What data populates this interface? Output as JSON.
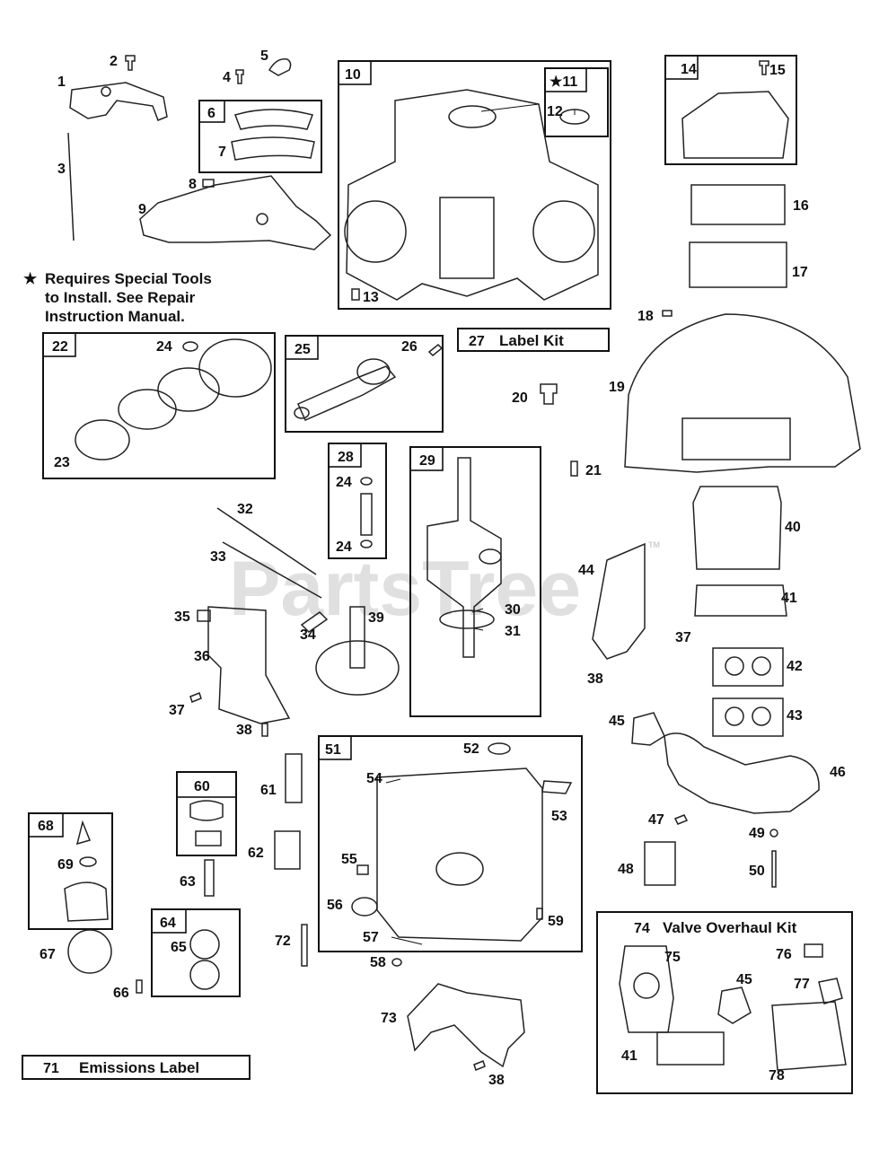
{
  "note": {
    "star": "★",
    "lines": [
      "Requires Special Tools",
      "to Install. See Repair",
      "Instruction Manual."
    ]
  },
  "boxes": {
    "label_kit": "Label Kit",
    "emissions_label": "Emissions Label",
    "valve_overhaul_kit": "Valve Overhaul Kit"
  },
  "watermark": "PartsTree",
  "trademark": "TM",
  "callouts": [
    {
      "id": "p2",
      "text": "2"
    },
    {
      "id": "p1",
      "text": "1"
    },
    {
      "id": "p3",
      "text": "3"
    },
    {
      "id": "p4",
      "text": "4"
    },
    {
      "id": "p5",
      "text": "5"
    },
    {
      "id": "p6",
      "text": "6"
    },
    {
      "id": "p7",
      "text": "7"
    },
    {
      "id": "p8",
      "text": "8"
    },
    {
      "id": "p9",
      "text": "9"
    },
    {
      "id": "p10",
      "text": "10"
    },
    {
      "id": "p11",
      "text": "★11"
    },
    {
      "id": "p12",
      "text": "12"
    },
    {
      "id": "p13",
      "text": "13"
    },
    {
      "id": "p14",
      "text": "14"
    },
    {
      "id": "p15",
      "text": "15"
    },
    {
      "id": "p16",
      "text": "16"
    },
    {
      "id": "p17",
      "text": "17"
    },
    {
      "id": "p18",
      "text": "18"
    },
    {
      "id": "p19",
      "text": "19"
    },
    {
      "id": "p20",
      "text": "20"
    },
    {
      "id": "p21",
      "text": "21"
    },
    {
      "id": "p22",
      "text": "22"
    },
    {
      "id": "p23",
      "text": "23"
    },
    {
      "id": "p24a",
      "text": "24"
    },
    {
      "id": "p25",
      "text": "25"
    },
    {
      "id": "p26",
      "text": "26"
    },
    {
      "id": "p27",
      "text": "27"
    },
    {
      "id": "p28",
      "text": "28"
    },
    {
      "id": "p24b",
      "text": "24"
    },
    {
      "id": "p24c",
      "text": "24"
    },
    {
      "id": "p29",
      "text": "29"
    },
    {
      "id": "p30",
      "text": "30"
    },
    {
      "id": "p31",
      "text": "31"
    },
    {
      "id": "p32",
      "text": "32"
    },
    {
      "id": "p33",
      "text": "33"
    },
    {
      "id": "p34",
      "text": "34"
    },
    {
      "id": "p35",
      "text": "35"
    },
    {
      "id": "p36",
      "text": "36"
    },
    {
      "id": "p37a",
      "text": "37"
    },
    {
      "id": "p38a",
      "text": "38"
    },
    {
      "id": "p39",
      "text": "39"
    },
    {
      "id": "p40",
      "text": "40"
    },
    {
      "id": "p41a",
      "text": "41"
    },
    {
      "id": "p37b",
      "text": "37"
    },
    {
      "id": "p42",
      "text": "42"
    },
    {
      "id": "p43",
      "text": "43"
    },
    {
      "id": "p44",
      "text": "44"
    },
    {
      "id": "p38b",
      "text": "38"
    },
    {
      "id": "p45a",
      "text": "45"
    },
    {
      "id": "p46",
      "text": "46"
    },
    {
      "id": "p47",
      "text": "47"
    },
    {
      "id": "p48",
      "text": "48"
    },
    {
      "id": "p49",
      "text": "49"
    },
    {
      "id": "p50",
      "text": "50"
    },
    {
      "id": "p51",
      "text": "51"
    },
    {
      "id": "p52",
      "text": "52"
    },
    {
      "id": "p53",
      "text": "53"
    },
    {
      "id": "p54",
      "text": "54"
    },
    {
      "id": "p55",
      "text": "55"
    },
    {
      "id": "p56",
      "text": "56"
    },
    {
      "id": "p57",
      "text": "57"
    },
    {
      "id": "p58",
      "text": "58"
    },
    {
      "id": "p59",
      "text": "59"
    },
    {
      "id": "p60",
      "text": "60"
    },
    {
      "id": "p61",
      "text": "61"
    },
    {
      "id": "p62",
      "text": "62"
    },
    {
      "id": "p63",
      "text": "63"
    },
    {
      "id": "p64",
      "text": "64"
    },
    {
      "id": "p65",
      "text": "65"
    },
    {
      "id": "p66",
      "text": "66"
    },
    {
      "id": "p67",
      "text": "67"
    },
    {
      "id": "p68",
      "text": "68"
    },
    {
      "id": "p69",
      "text": "69"
    },
    {
      "id": "p71",
      "text": "71"
    },
    {
      "id": "p72",
      "text": "72"
    },
    {
      "id": "p73",
      "text": "73"
    },
    {
      "id": "p38c",
      "text": "38"
    },
    {
      "id": "p74",
      "text": "74"
    },
    {
      "id": "p75",
      "text": "75"
    },
    {
      "id": "p76",
      "text": "76"
    },
    {
      "id": "p77",
      "text": "77"
    },
    {
      "id": "p45b",
      "text": "45"
    },
    {
      "id": "p41b",
      "text": "41"
    },
    {
      "id": "p78",
      "text": "78"
    }
  ]
}
